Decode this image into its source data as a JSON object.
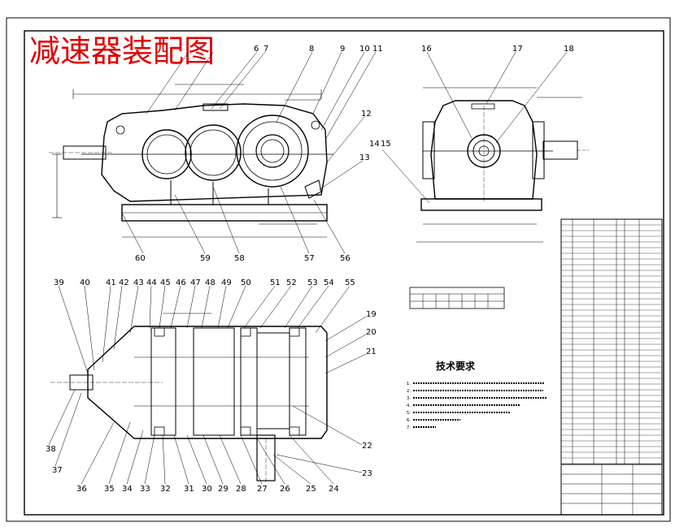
{
  "title": "减速器装配图",
  "colors": {
    "title": "#e00000",
    "lines": "#000000",
    "paper": "#ffffff"
  },
  "callouts": {
    "top": [
      "6",
      "7",
      "8",
      "9",
      "10",
      "11",
      "12",
      "13",
      "14",
      "15",
      "16",
      "17",
      "18"
    ],
    "mid": [
      "60",
      "59",
      "58",
      "57",
      "56"
    ],
    "plan_top": [
      "39",
      "40",
      "41",
      "42",
      "43",
      "44",
      "45",
      "46",
      "47",
      "48",
      "49",
      "50",
      "51",
      "52",
      "53",
      "54",
      "55"
    ],
    "plan_right": [
      "19",
      "20",
      "21",
      "22",
      "23"
    ],
    "plan_left": [
      "38",
      "37"
    ],
    "plan_bottom": [
      "36",
      "35",
      "34",
      "33",
      "32",
      "31",
      "30",
      "29",
      "28",
      "27",
      "26",
      "25",
      "24"
    ]
  },
  "technical_requirements": {
    "heading": "技术要求",
    "items": [
      "1.",
      "2.",
      "3.",
      "4.",
      "5.",
      "6.",
      "7."
    ]
  }
}
